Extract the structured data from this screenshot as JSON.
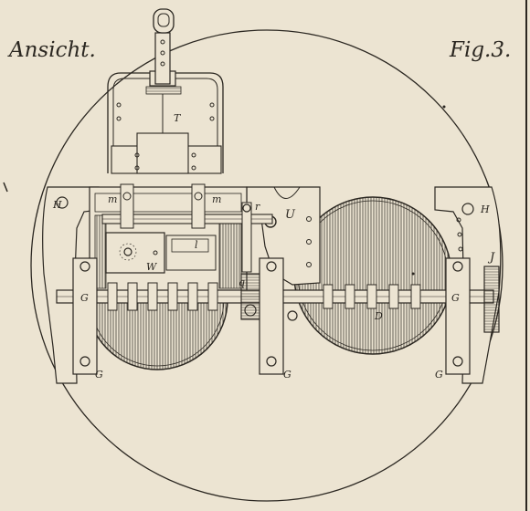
{
  "figure": {
    "view_label": "Ansicht.",
    "figure_label": "Fig.3."
  },
  "labels": {
    "T": "T",
    "H_left": "H",
    "H_right": "H",
    "m_left": "m",
    "m_right": "m",
    "r": "r",
    "U": "U",
    "l": "l",
    "W": "W",
    "q": "q",
    "J": "J",
    "D": "D",
    "G_left_shaft": "G",
    "G_right_shaft": "G",
    "G_bottom_left": "G",
    "G_bottom_mid": "G",
    "G_bottom_right": "G"
  },
  "colors": {
    "paper": "#ece4d2",
    "ink": "#2b2721"
  }
}
